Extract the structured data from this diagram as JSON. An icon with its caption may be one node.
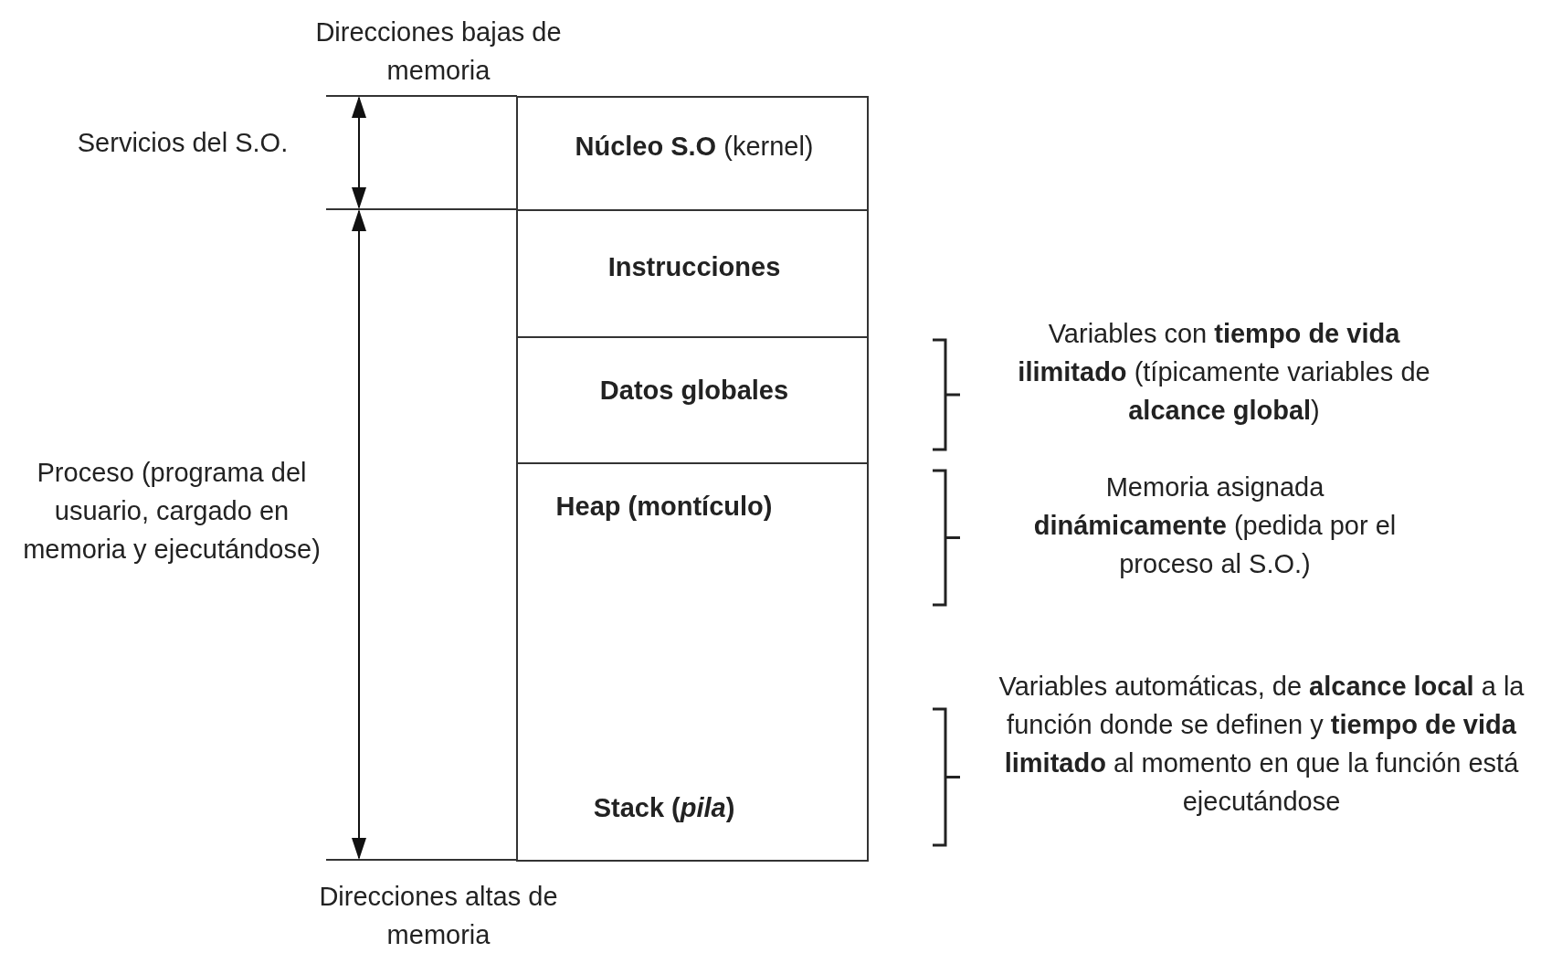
{
  "diagram": {
    "nodes": [
      {
        "text": [
          "**Núcleo S.O** (kernel)"
        ]
      },
      {
        "text": [
          "Instrucciones"
        ]
      },
      {
        "text": [
          "Datos globales"
        ]
      },
      {
        "text": [
          "Heap (montículo)",
          "Stack (*pila*)"
        ]
      }
    ],
    "edges": [],
    "labels": [
      "Direcciones bajas de memoria",
      "Servicios del S.O.",
      "Variables con **tiempo de vida ilimitado** (típicamente variables de **alcance global**)",
      "Proceso (programa del usuario, cargado en memoria y ejecutándose)",
      "Memoria asignada **dinámicamente** (pedida por el proceso al S.O.)",
      "Variables automáticas, de **alcance local** a la función donde se definen y **tiempo de vida limitado** al momento en que la función está ejecutándose",
      "Direcciones altas de memoria"
    ]
  }
}
